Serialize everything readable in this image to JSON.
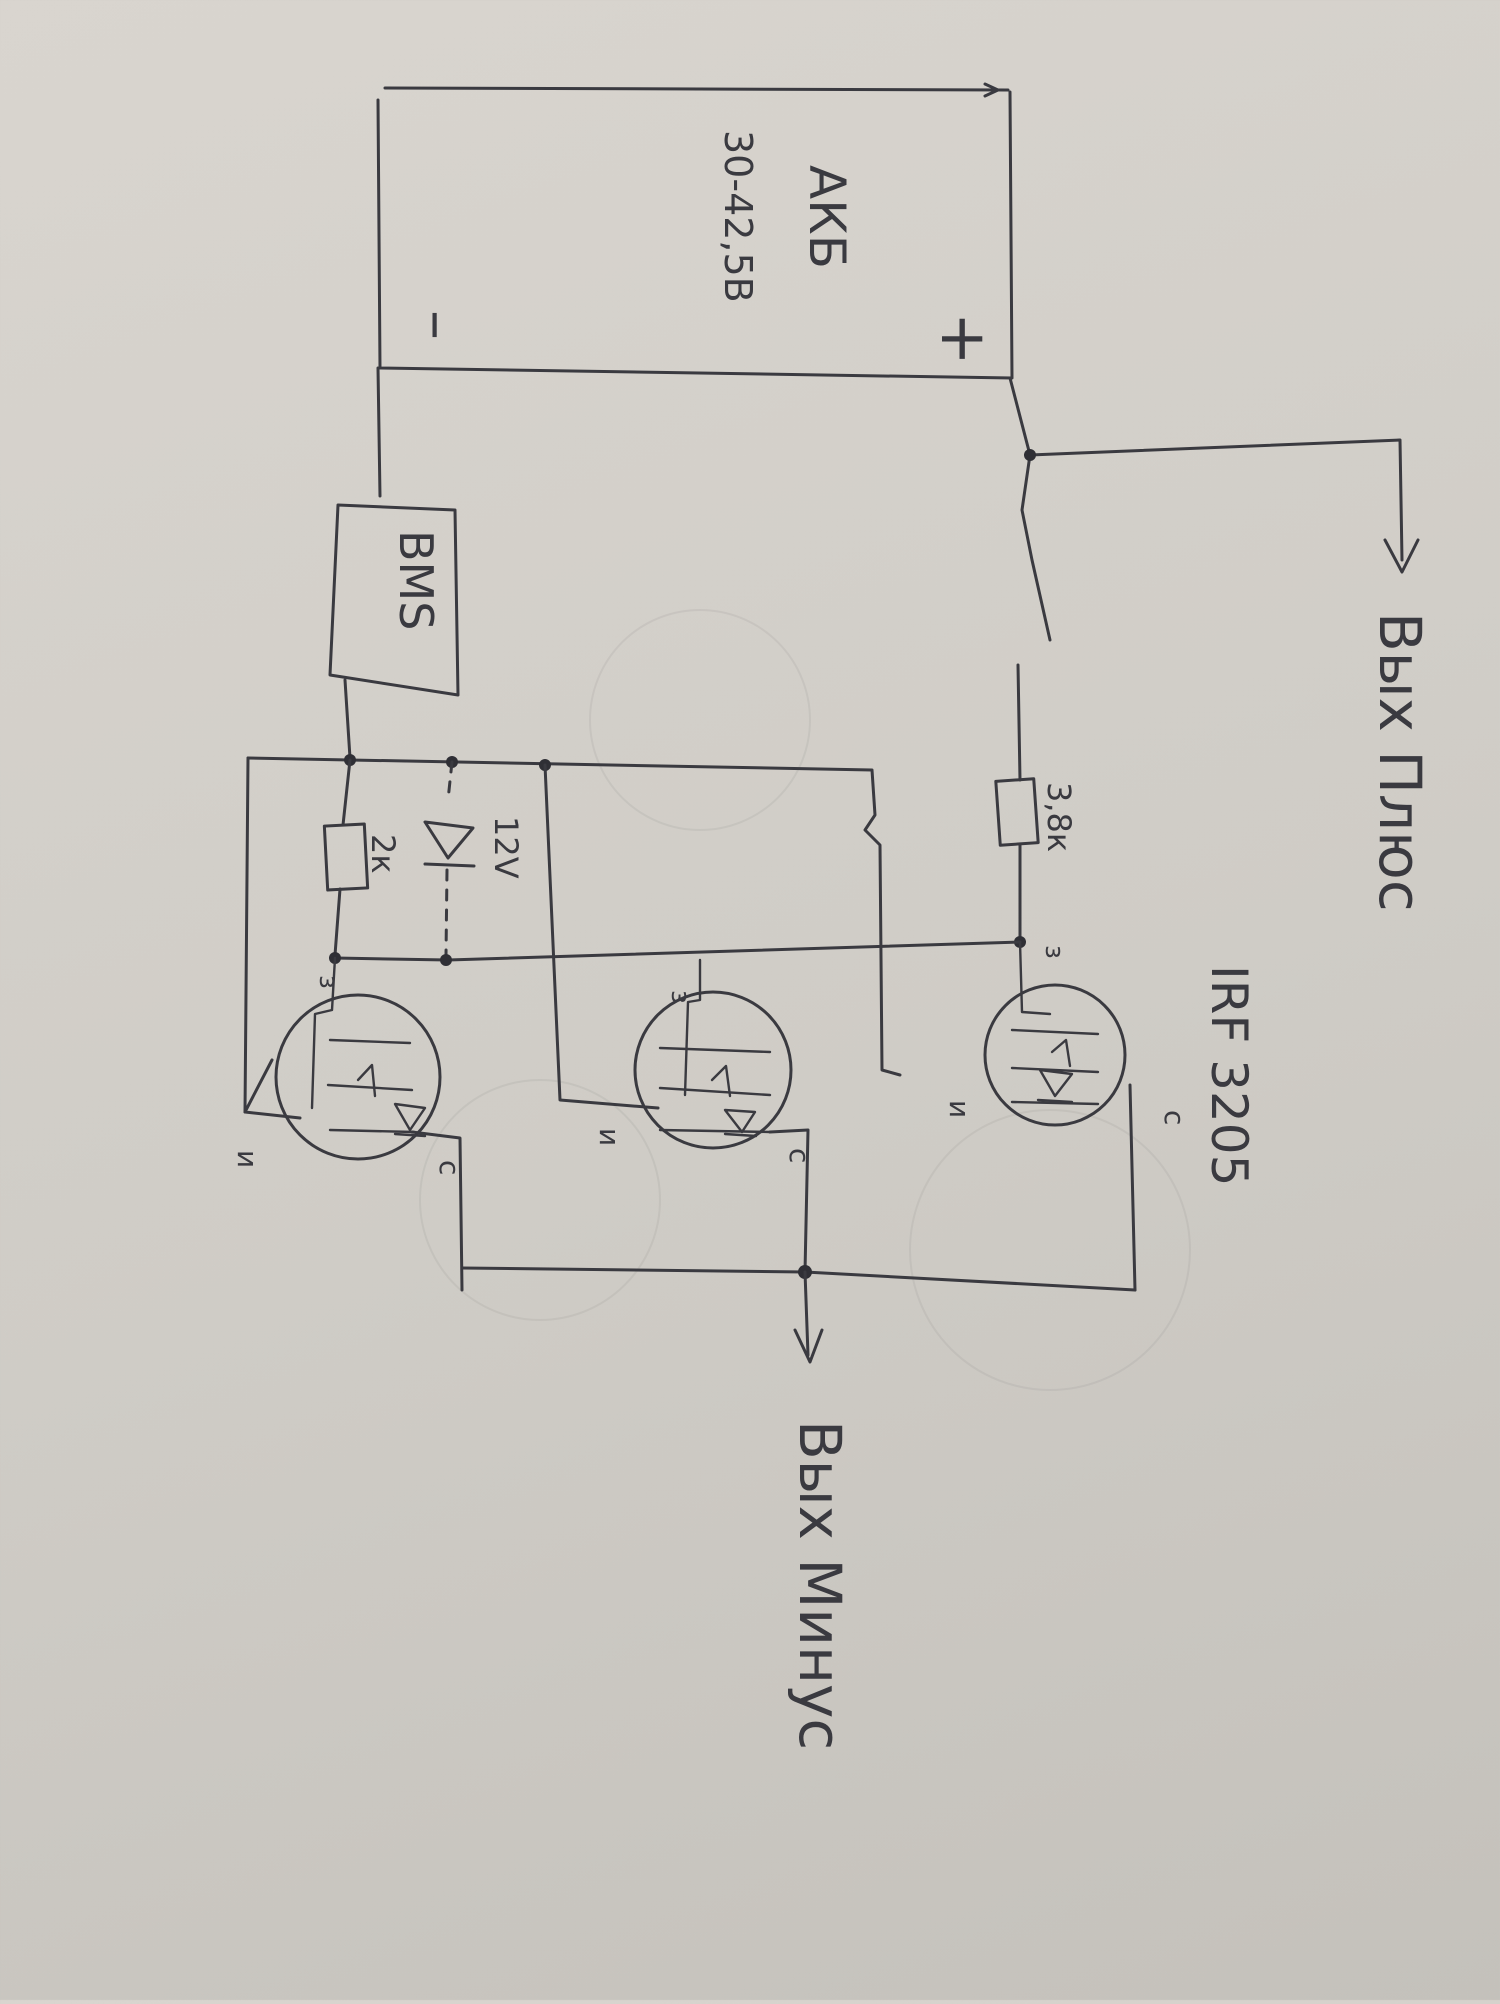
{
  "battery": {
    "name": "АКБ",
    "voltage": "30-42,5В",
    "minus_sign": "–",
    "plus_sign": "+"
  },
  "bms": {
    "label": "BMS"
  },
  "components": {
    "resistor_top": "3,8к",
    "resistor_left": "2к",
    "zener": "12V"
  },
  "mosfets": {
    "part_number": "IRF 3205",
    "gate_pin": "з",
    "source_pin": "и",
    "drain_pin": "с"
  },
  "outputs": {
    "plus": "Вых Плюс",
    "minus": "Вых Минус"
  },
  "colors": {
    "ink": "#3a3a40",
    "paper": "#d6d2cc"
  }
}
